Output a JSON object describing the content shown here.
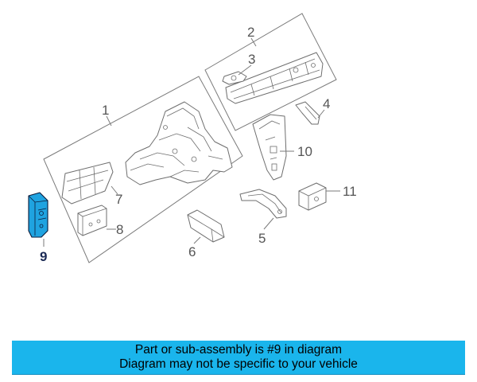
{
  "labels": {
    "p1": "1",
    "p2": "2",
    "p3": "3",
    "p4": "4",
    "p5": "5",
    "p6": "6",
    "p7": "7",
    "p8": "8",
    "p9": "9",
    "p10": "10",
    "p11": "11"
  },
  "banner": {
    "line1": "Part or sub-assembly is #9 in diagram",
    "line2": "Diagram may not be specific to your vehicle"
  },
  "colors": {
    "highlight_part": "#1fa3e0",
    "banner": "#1ab5ec"
  }
}
